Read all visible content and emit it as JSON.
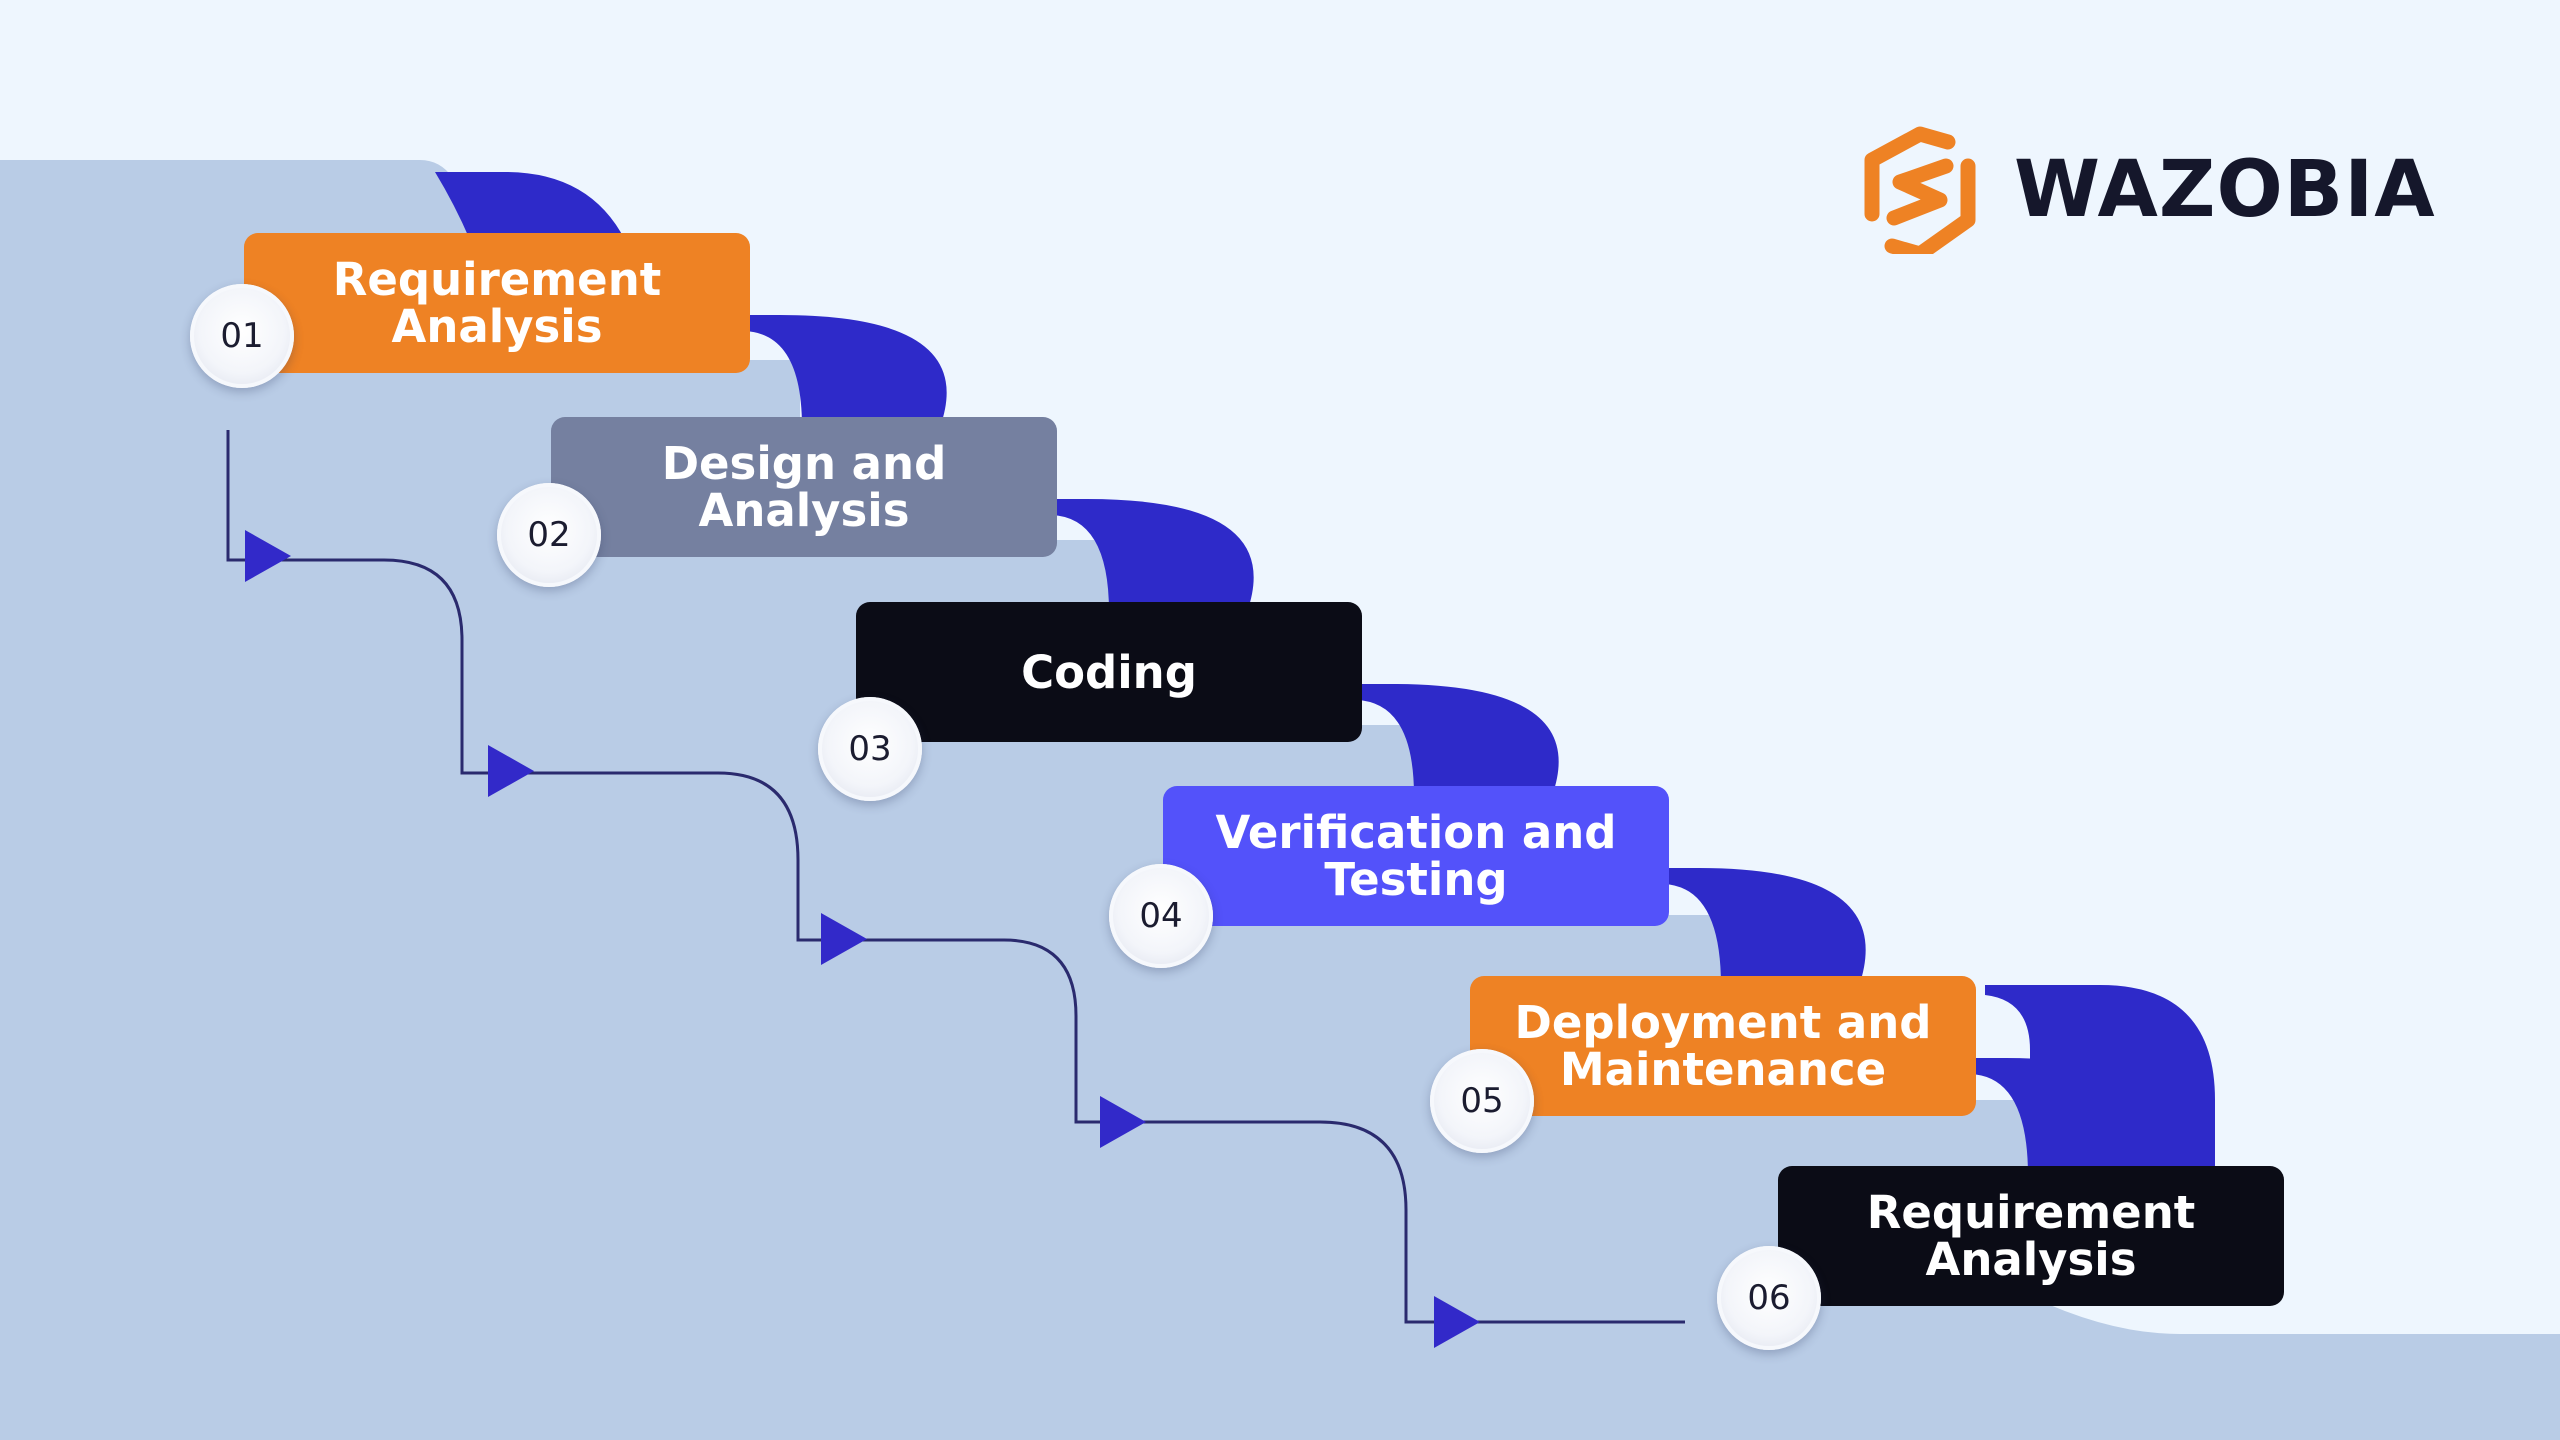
{
  "brand": {
    "name": "WAZOBIA",
    "mark_icon": "hexagon-s-logo-icon",
    "mark_color": "#ee8224"
  },
  "colors": {
    "background": "#eef6fe",
    "staircase": "#b9cce6",
    "tab_accent": "#2e2ac9",
    "connector": "#2a2a6e",
    "arrow": "#3229c9"
  },
  "steps": [
    {
      "number": "01",
      "label": "Requirement Analysis",
      "color": "#ee8224"
    },
    {
      "number": "02",
      "label": "Design and Analysis",
      "color": "#7580a0"
    },
    {
      "number": "03",
      "label": "Coding",
      "color": "#0b0c16"
    },
    {
      "number": "04",
      "label": "Verification and Testing",
      "color": "#5352fa"
    },
    {
      "number": "05",
      "label": "Deployment and Maintenance",
      "color": "#ee8224"
    },
    {
      "number": "06",
      "label": "Requirement Analysis",
      "color": "#0b0c16"
    }
  ]
}
